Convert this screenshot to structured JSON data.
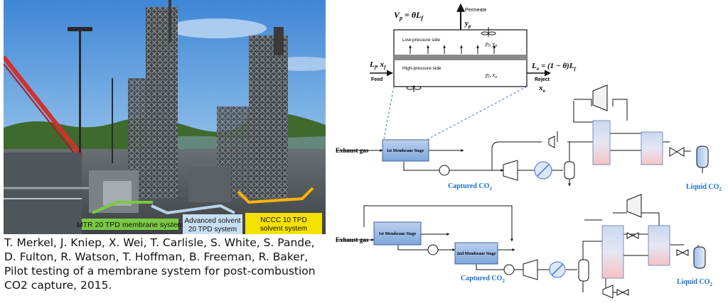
{
  "photo": {
    "labels": {
      "mtr": "MTR 20 TPD membrane system",
      "adv_line1": "Advanced solvent",
      "adv_line2": "20 TPD system",
      "nccc_line1": "NCCC 10 TPD",
      "nccc_line2": "solvent system"
    },
    "colors": {
      "mtr": "#7ac943",
      "adv": "#b8d4ec",
      "nccc": "#f5e100"
    }
  },
  "citation": {
    "text": "T. Merkel, J. Kniep, X. Wei, T. Carlisle, S. White, S. Pande, D. Fulton, R. Watson, T. Hoffman, B. Freeman, R. Baker, Pilot testing of a membrane system for post-combustion CO2 capture, 2015."
  },
  "module": {
    "permeate_flow": "V",
    "permeate_sub": "p",
    "permeate_expr": " = θL",
    "permeate_expr_sub": "f",
    "permeate_label": "Permeate",
    "yp": "y",
    "yp_sub": "p",
    "low_side": "Low-pressure side",
    "high_side": "High-pressure side",
    "pl": "p",
    "pl_sub": "l",
    "yp2": ", y",
    "yp2_sub": "p",
    "ph": "p",
    "ph_sub": "l",
    "xo": ", x",
    "xo_sub": "o",
    "feed_L": "L",
    "feed_L_sub": "f",
    "feed_x": ", x",
    "feed_x_sub": "f",
    "feed_label": "Feed",
    "reject_L": "L",
    "reject_L_sub": "o",
    "reject_expr": " = (1 − θ)L",
    "reject_expr_sub": "f",
    "reject_label": "Reject",
    "reject_x": "x",
    "reject_x_sub": "o"
  },
  "process1": {
    "exhaust": "Exhaust gas",
    "stage1": "1st Membrane Stage",
    "captured": "Captured CO",
    "captured_sub": "2",
    "liquid": "Liquid CO",
    "liquid_sub": "2"
  },
  "process2": {
    "exhaust": "Exhaust gas",
    "stage1": "1st Membrane Stage",
    "stage2": "2nd Membrane Stage",
    "captured": "Captured CO",
    "captured_sub": "2",
    "liquid": "Liquid CO",
    "liquid_sub": "2"
  },
  "colors": {
    "accent_blue": "#1e6fd0",
    "stage_fill": "#8fb3e0",
    "hx_blue": "#c9d8f0",
    "hx_red": "#f4c3c3",
    "dashed": "#3b6fd6"
  }
}
